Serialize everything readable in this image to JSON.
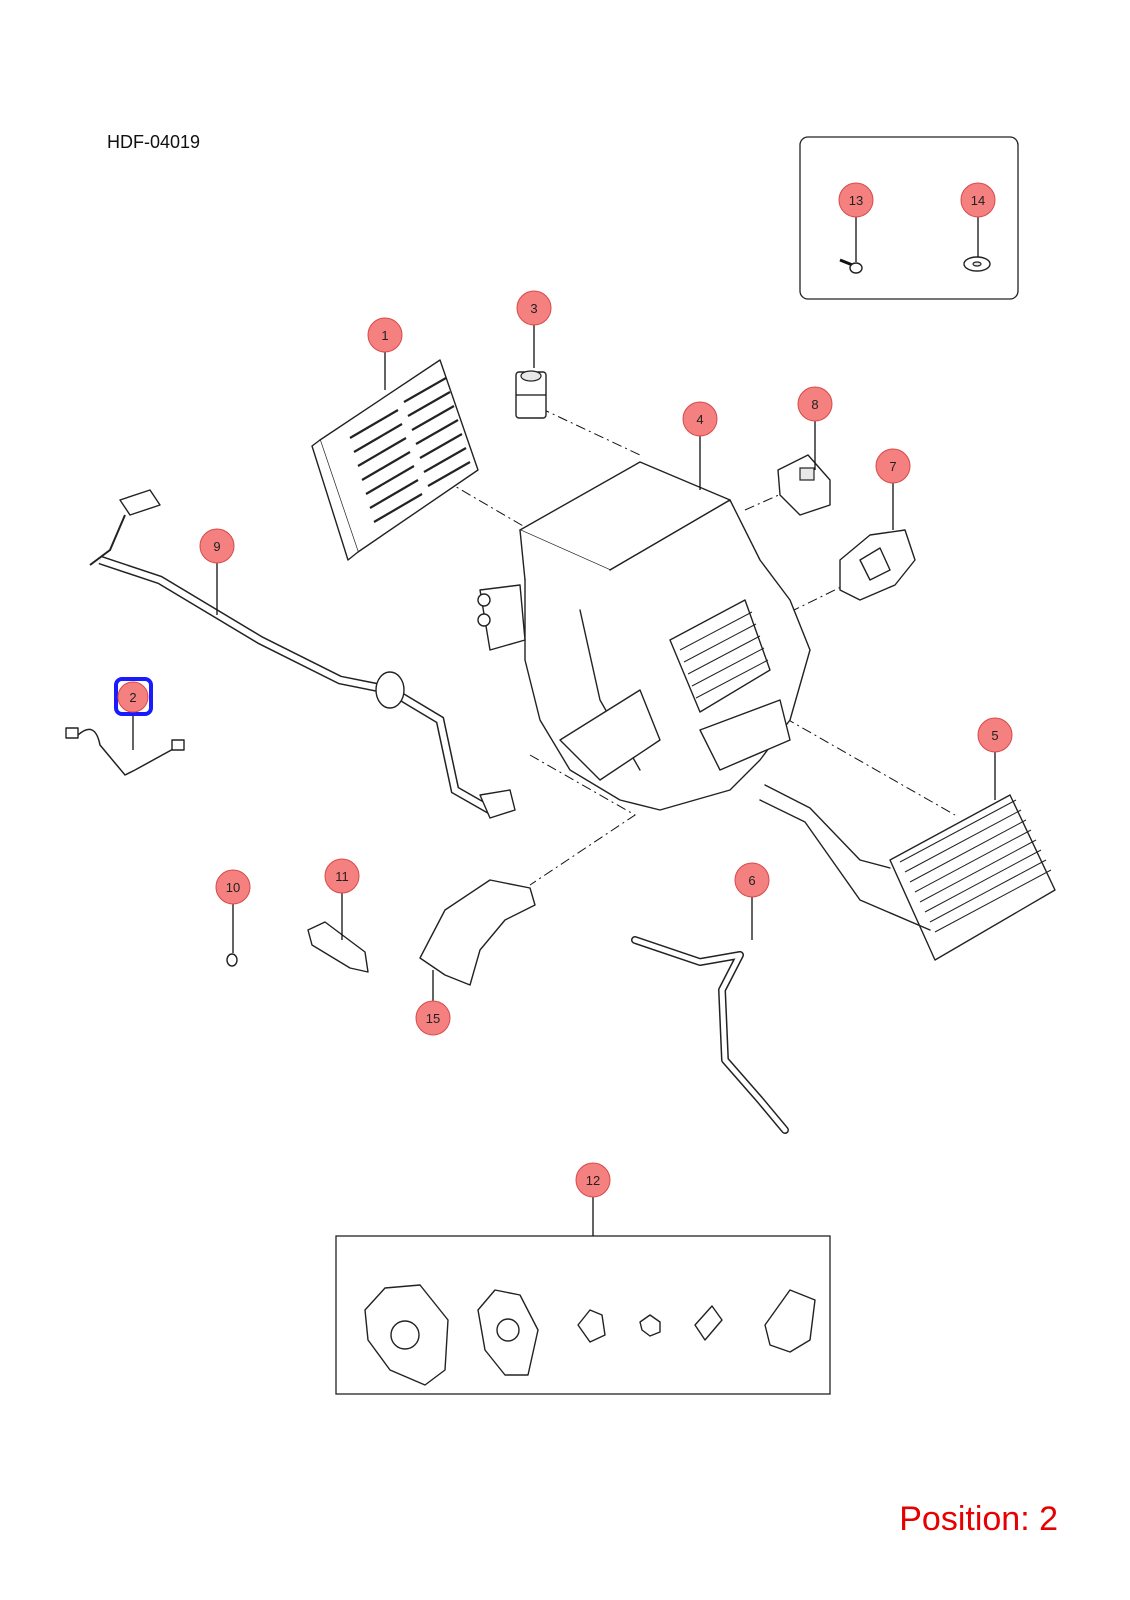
{
  "diagram_code": "HDF-04019",
  "position_label": "Position: 2",
  "selected_callout": "2",
  "colors": {
    "callout_fill": "#f58080",
    "callout_stroke": "#d94848",
    "selection_highlight": "#1a1aff",
    "position_text": "#e60000"
  },
  "callouts": [
    {
      "id": "1",
      "label": "1"
    },
    {
      "id": "2",
      "label": "2"
    },
    {
      "id": "3",
      "label": "3"
    },
    {
      "id": "4",
      "label": "4"
    },
    {
      "id": "5",
      "label": "5"
    },
    {
      "id": "6",
      "label": "6"
    },
    {
      "id": "7",
      "label": "7"
    },
    {
      "id": "8",
      "label": "8"
    },
    {
      "id": "9",
      "label": "9"
    },
    {
      "id": "10",
      "label": "10"
    },
    {
      "id": "11",
      "label": "11"
    },
    {
      "id": "12",
      "label": "12"
    },
    {
      "id": "13",
      "label": "13"
    },
    {
      "id": "14",
      "label": "14"
    },
    {
      "id": "15",
      "label": "15"
    }
  ]
}
